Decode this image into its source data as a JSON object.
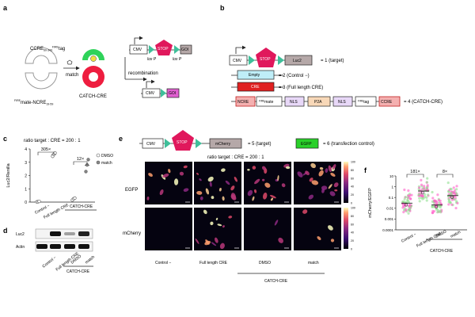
{
  "panels": {
    "a": {
      "letter": "a",
      "ccre_main": "CCRE",
      "ccre_sub": "60-343",
      "ccre_sup": "FIRE",
      "ccre_end": "tag",
      "ncre_sup": "FIRE",
      "ncre_main": "mate-NCRE",
      "ncre_sub": "19-59",
      "match_label": "match",
      "catch_label": "CATCH-CRE",
      "cmv": "CMV",
      "stop": "STOP",
      "goi": "GOI",
      "loxp1": "lox P",
      "loxp2": "lox P",
      "recombination": "recombination"
    },
    "b": {
      "letter": "b",
      "cmv": "CMV",
      "stop": "STOP",
      "luc2": "Luc2",
      "eq1": "= 1 (target)",
      "empty": "Empty",
      "eq2": "= 2 (Control −)",
      "cre": "CRE",
      "eq3": "= 3 (Full length CRE)",
      "ncre": "NCRE",
      "mate_sup": "FIRE",
      "mate": "mate",
      "nls1": "NLS",
      "p2a": "P2A",
      "nls2": "NLS",
      "tag_sup": "FIRE",
      "tag": "tag",
      "ccre": "CCRE",
      "eq4": "= 4 (CATCH-CRE)"
    },
    "c": {
      "letter": "c",
      "ratio": "ratio target : CRE = 200 : 1",
      "legend_dmso": "DMSO",
      "legend_match": "match",
      "group_label": "CATCH-CRE"
    },
    "d": {
      "letter": "d",
      "row_luc2": "Luc2",
      "row_actin": "Actin",
      "lanes": [
        "Control −",
        "Full length CRE",
        "DMSO",
        "match"
      ],
      "group_label": "CATCH-CRE"
    },
    "e": {
      "letter": "e",
      "cmv": "CMV",
      "stop": "STOP",
      "mcherry": "mCherry",
      "eq5": "= 5 (target)",
      "egfp": "EGFP",
      "eq6": "= 6 (transfection control)",
      "ratio": "ratio target : CRE = 200 : 1",
      "row_egfp": "EGFP",
      "row_mcherry": "mCherry",
      "cols": [
        "Control −",
        "Full length CRE",
        "DMSO",
        "match"
      ],
      "group_label": "CATCH-CRE",
      "cbar_ticks": [
        "100",
        "80",
        "60",
        "40",
        "20",
        "0"
      ]
    },
    "f": {
      "letter": "f",
      "group_label": "CATCH-CRE"
    }
  },
  "colors": {
    "cmv": "#ffffff",
    "promoter_tri": "#3fbf9a",
    "stop": "#e0185c",
    "gene_grey": "#b5a8a8",
    "goi_pink": "#e060d0",
    "empty_cyan": "#bfeef8",
    "cre_red": "#e02020",
    "ncre_pink": "#f4b0b0",
    "nls_lav": "#e8d8f8",
    "p2a_peach": "#f8d8b8",
    "egfp_green": "#2ad02a",
    "catch_green": "#2fd35a",
    "catch_red": "#ee1d3f",
    "point_grey": "#6b6b6b",
    "f_pink": "#ff5fc8",
    "f_green": "#8fe08f"
  },
  "chart_data": [
    {
      "panel": "c",
      "type": "scatter",
      "title": "ratio target : CRE = 200 : 1",
      "ylabel": "Luc2/Renilla",
      "categories": [
        "Control −",
        "Full length CRE",
        "DMSO",
        "match"
      ],
      "ylim": [
        0,
        4
      ],
      "yticks": [
        0,
        1,
        2,
        3,
        4
      ],
      "legend": "top-right",
      "series": [
        {
          "name": "Control −",
          "values": [
            0.02,
            0.03,
            0.05
          ]
        },
        {
          "name": "Full length CRE",
          "values": [
            3.45,
            3.6,
            3.7
          ]
        },
        {
          "name": "DMSO",
          "values": [
            0.15,
            0.25,
            0.3
          ]
        },
        {
          "name": "match",
          "values": [
            2.3,
            2.8,
            3.2
          ]
        }
      ],
      "annotations": [
        {
          "text": "305×",
          "between": [
            "Control −",
            "Full length CRE"
          ]
        },
        {
          "text": "12×",
          "between": [
            "DMSO",
            "match"
          ]
        }
      ]
    },
    {
      "panel": "f",
      "type": "scatter",
      "ylabel": "mCherry/EGFP",
      "categories": [
        "Control −",
        "Full length CRE",
        "DMSO",
        "match"
      ],
      "yscale": "log",
      "ylim": [
        0.0001,
        10
      ],
      "ytick_labels": [
        "10",
        "1",
        "0.1",
        "0.01",
        "0.001",
        "0.0001"
      ],
      "medians": [
        0.03,
        0.4,
        0.02,
        0.15
      ],
      "annotations": [
        {
          "text": "181×",
          "between": [
            "Control −",
            "Full length CRE"
          ]
        },
        {
          "text": "8×",
          "between": [
            "DMSO",
            "match"
          ]
        }
      ]
    }
  ]
}
